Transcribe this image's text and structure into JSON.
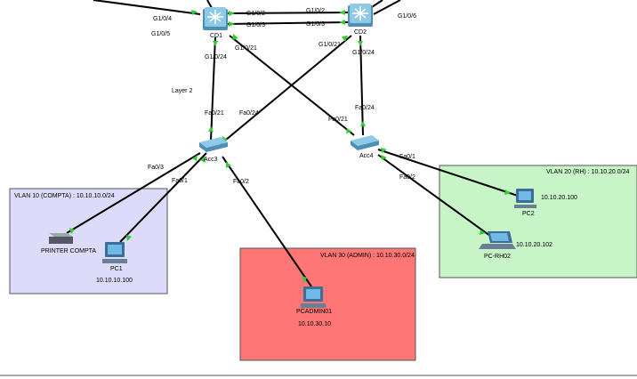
{
  "areas": {
    "vlan10": {
      "title": "VLAN 10 (COMPTA) : 10.10.10.0/24",
      "color": "#dcdcfa"
    },
    "vlan20": {
      "title": "VLAN 20 (RH) : 10.10.20.0/24",
      "color": "#c8f5c8"
    },
    "vlan30": {
      "title": "VLAN 30 (ADMIN) : 10.10.30.0/24",
      "color": "#ff7676"
    }
  },
  "notes": {
    "layer2": "Layer 2"
  },
  "devices": {
    "cd1": {
      "name": "CD1"
    },
    "cd2": {
      "name": "CD2"
    },
    "acc3": {
      "name": "Acc3"
    },
    "acc4": {
      "name": "Acc4"
    },
    "printer": {
      "name": "PRINTER COMPTA"
    },
    "pc1": {
      "name": "PC1",
      "ip": "10.10.10.100"
    },
    "pc2": {
      "name": "PC2",
      "ip": "10.10.20.100"
    },
    "pcrh02": {
      "name": "PC-RH02",
      "ip": "10.10.20.102"
    },
    "pcadmin01": {
      "name": "PCADMIN01",
      "ip": "10.10.30.10"
    }
  },
  "ports": {
    "cd1_g104": "G1/0/4",
    "cd1_g105": "G1/0/5",
    "cd1_g102": "G1/0/2",
    "cd1_g103": "G1/0/3",
    "cd1_g1021": "G1/0/21",
    "cd1_g1024": "G1/0/24",
    "cd2_g102": "G1/0/2",
    "cd2_g103": "G1/0/3",
    "cd2_g106": "G1/0/6",
    "cd2_g1021": "G1/0/21",
    "cd2_g1024": "G1/0/24",
    "acc3_fa021": "Fa0/21",
    "acc3_fa024": "Fa0/24",
    "acc3_fa03": "Fa0/3",
    "acc3_fa01": "Fa0/1",
    "acc3_fa02": "Fa0/2",
    "acc4_fa024": "Fa0/24",
    "acc4_fa021": "Fa0/21",
    "acc4_fa01": "Fa0/1",
    "acc4_fa02": "Fa0/2"
  }
}
